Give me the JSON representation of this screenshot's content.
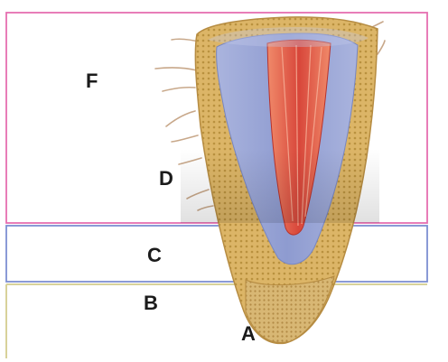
{
  "diagram": {
    "labels": {
      "F": "F",
      "D": "D",
      "C": "C",
      "B": "B",
      "A": "A"
    },
    "colors": {
      "zone_f_border": "#e56fb1",
      "zone_c_border": "#7d8fd2",
      "zone_b_border": "#d8d29a",
      "epidermis": "#dcb567",
      "cortex": "#9aa7d4",
      "vascular": "#e36a4c",
      "root_hair": "#c8a88a",
      "root_cap": "#d2b070"
    }
  }
}
